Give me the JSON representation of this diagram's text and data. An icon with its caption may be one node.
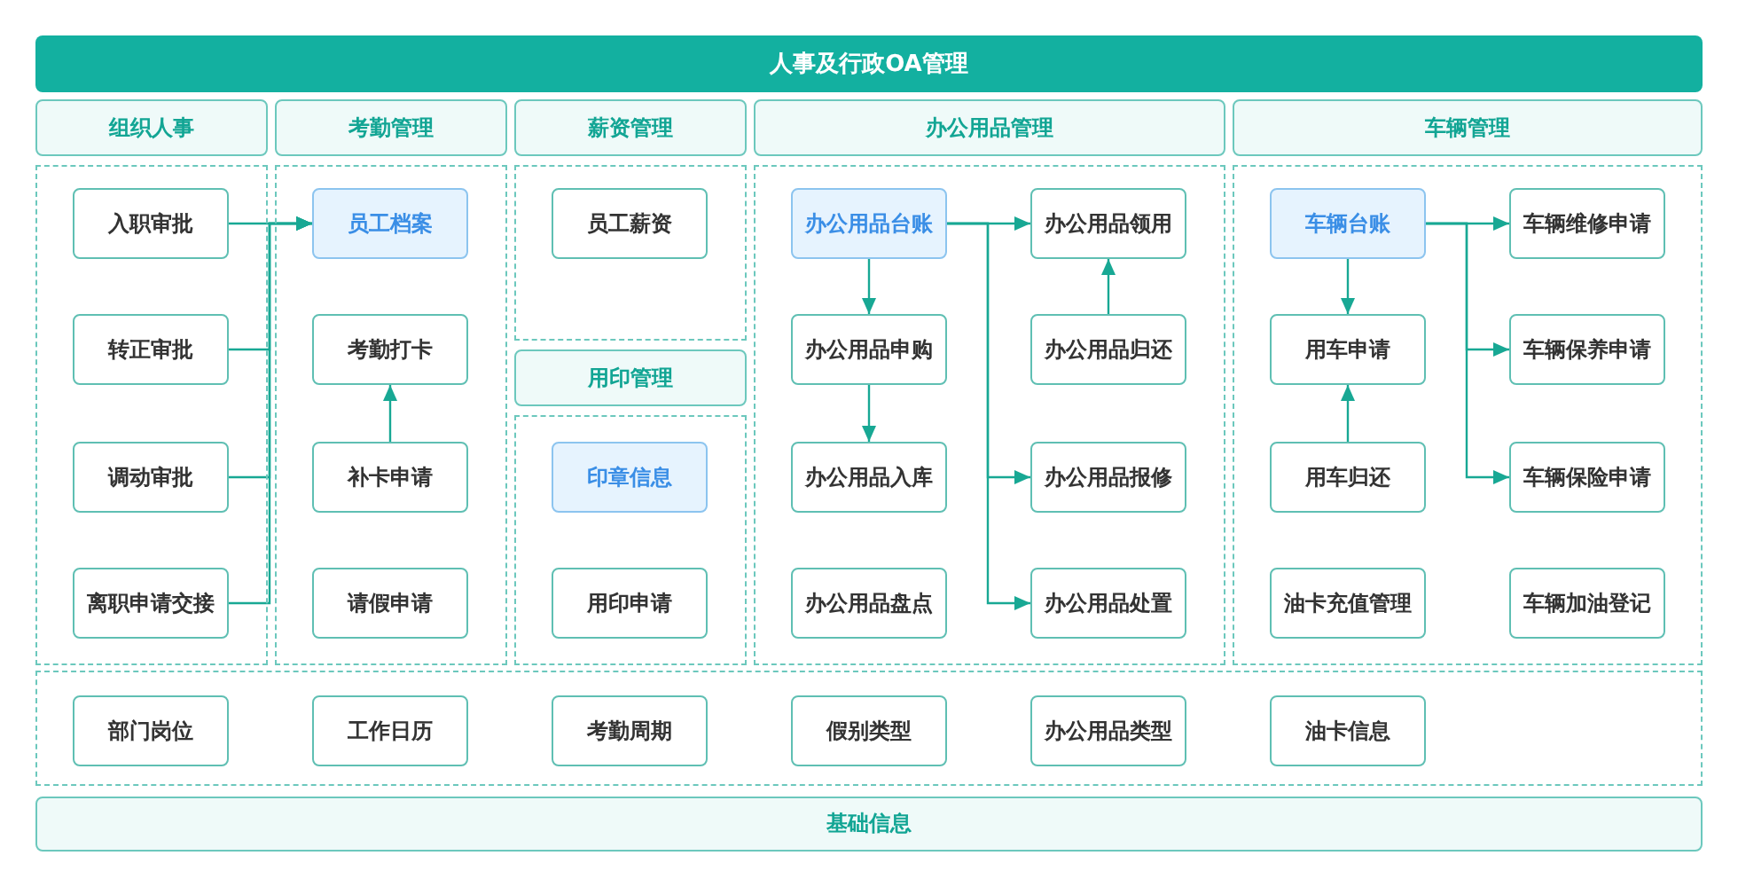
{
  "diagram": {
    "title": "人事及行政OA管理",
    "nodes": [
      {
        "text": [
          "组织人事"
        ]
      },
      {
        "text": [
          "考勤管理"
        ]
      },
      {
        "text": [
          "薪资管理"
        ]
      },
      {
        "text": [
          "办公用品管理"
        ]
      },
      {
        "text": [
          "车辆管理"
        ]
      },
      {
        "text": [],
        "shape": "box"
      },
      {
        "text": [
          "入职审批"
        ],
        "in": 5
      },
      {
        "text": [
          "转正审批"
        ],
        "in": 5
      },
      {
        "text": [
          "调动审批"
        ],
        "in": 5
      },
      {
        "text": [
          "离职申请交接"
        ],
        "in": 5
      },
      {
        "text": [],
        "shape": "box"
      },
      {
        "text": [
          "员工档案"
        ],
        "in": 10
      },
      {
        "text": [
          "考勤打卡"
        ],
        "in": 10
      },
      {
        "text": [
          "补卡申请"
        ],
        "in": 10
      },
      {
        "text": [
          "请假申请"
        ],
        "in": 10
      },
      {
        "text": [],
        "shape": "box"
      },
      {
        "text": [
          "员工薪资"
        ],
        "in": 15
      },
      {
        "text": [
          "用印管理"
        ]
      },
      {
        "text": [],
        "shape": "box"
      },
      {
        "text": [
          "印章信息"
        ],
        "in": 18
      },
      {
        "text": [
          "用印申请"
        ],
        "in": 18
      },
      {
        "text": [],
        "shape": "box"
      },
      {
        "text": [
          "办公用品台账"
        ],
        "in": 21
      },
      {
        "text": [
          "办公用品领用"
        ],
        "in": 21
      },
      {
        "text": [
          "办公用品申购"
        ],
        "in": 21
      },
      {
        "text": [
          "办公用品归还"
        ],
        "in": 21
      },
      {
        "text": [
          "办公用品入库"
        ],
        "in": 21
      },
      {
        "text": [
          "办公用品报修"
        ],
        "in": 21
      },
      {
        "text": [
          "办公用品盘点"
        ],
        "in": 21
      },
      {
        "text": [
          "办公用品处置"
        ],
        "in": 21
      },
      {
        "text": [],
        "shape": "box"
      },
      {
        "text": [
          "车辆台账"
        ],
        "in": 30
      },
      {
        "text": [
          "车辆维修申请"
        ],
        "in": 30
      },
      {
        "text": [
          "用车申请"
        ],
        "in": 30
      },
      {
        "text": [
          "车辆保养申请"
        ],
        "in": 30
      },
      {
        "text": [
          "用车归还"
        ],
        "in": 30
      },
      {
        "text": [
          "车辆保险申请"
        ],
        "in": 30
      },
      {
        "text": [
          "油卡充值管理"
        ],
        "in": 30
      },
      {
        "text": [
          "车辆加油登记"
        ],
        "in": 30
      },
      {
        "text": [],
        "shape": "box"
      },
      {
        "text": [
          "部门岗位"
        ],
        "in": 39
      },
      {
        "text": [
          "工作日历"
        ],
        "in": 39
      },
      {
        "text": [
          "考勤周期"
        ],
        "in": 39
      },
      {
        "text": [
          "假别类型"
        ],
        "in": 39
      },
      {
        "text": [
          "办公用品类型"
        ],
        "in": 39
      },
      {
        "text": [
          "油卡信息"
        ],
        "in": 39
      },
      {
        "text": [
          "基础信息"
        ]
      }
    ],
    "edges": [
      {
        "from": 6,
        "to": 11,
        "arrow": "to"
      },
      {
        "from": 7,
        "to": 11,
        "arrow": "to"
      },
      {
        "from": 8,
        "to": 11,
        "arrow": "to"
      },
      {
        "from": 9,
        "to": 11,
        "arrow": "to"
      },
      {
        "from": 13,
        "to": 12,
        "arrow": "to"
      },
      {
        "from": 22,
        "to": 23,
        "arrow": "to"
      },
      {
        "from": 22,
        "to": 27,
        "arrow": "to"
      },
      {
        "from": 22,
        "to": 29,
        "arrow": "to"
      },
      {
        "from": 22,
        "to": 24,
        "arrow": "to"
      },
      {
        "from": 24,
        "to": 26,
        "arrow": "to"
      },
      {
        "from": 25,
        "to": 23,
        "arrow": "to"
      },
      {
        "from": 31,
        "to": 32,
        "arrow": "to"
      },
      {
        "from": 31,
        "to": 34,
        "arrow": "to"
      },
      {
        "from": 31,
        "to": 36,
        "arrow": "to"
      },
      {
        "from": 31,
        "to": 33,
        "arrow": "to"
      },
      {
        "from": 35,
        "to": 33,
        "arrow": "to"
      }
    ]
  }
}
